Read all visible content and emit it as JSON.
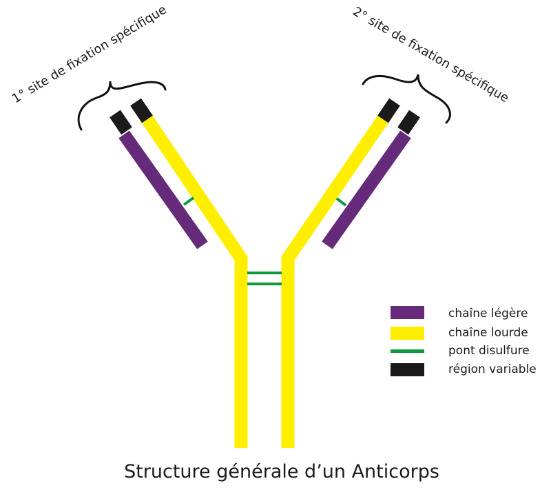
{
  "title": "Structure générale d’un Anticorps",
  "annotations": {
    "site1": "1° site de fixation spécifique",
    "site2": "2° site de fixation spécifique"
  },
  "colors": {
    "light_chain": "#662a7b",
    "heavy_chain": "#ffee00",
    "disulfide": "#0e9a3c",
    "variable": "#1a1a1a"
  },
  "legend": [
    {
      "key": "light_chain",
      "label": "chaîne légère",
      "color": "#662a7b"
    },
    {
      "key": "heavy_chain",
      "label": "chaîne lourde",
      "color": "#ffee00"
    },
    {
      "key": "disulfide",
      "label": "pont disulfure",
      "color": "#0e9a3c"
    },
    {
      "key": "variable",
      "label": "région variable",
      "color": "#1a1a1a"
    }
  ]
}
